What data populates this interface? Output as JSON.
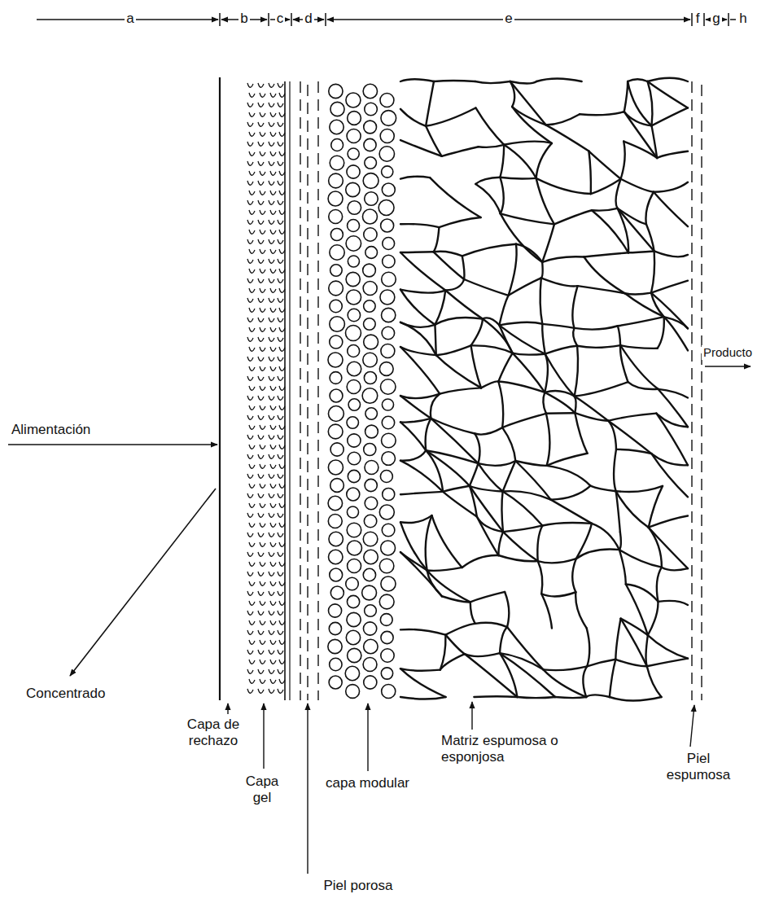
{
  "diagram": {
    "labels": [
      "a",
      "b",
      "c",
      "d",
      "e",
      "f",
      "g",
      "h",
      "Alimentación",
      "Producto",
      "Concentrado",
      "Capa de rechazo",
      "Capa gel",
      "Piel porosa",
      "capa modular",
      "Matriz espumosa o esponjosa",
      "Piel espumosa"
    ]
  }
}
